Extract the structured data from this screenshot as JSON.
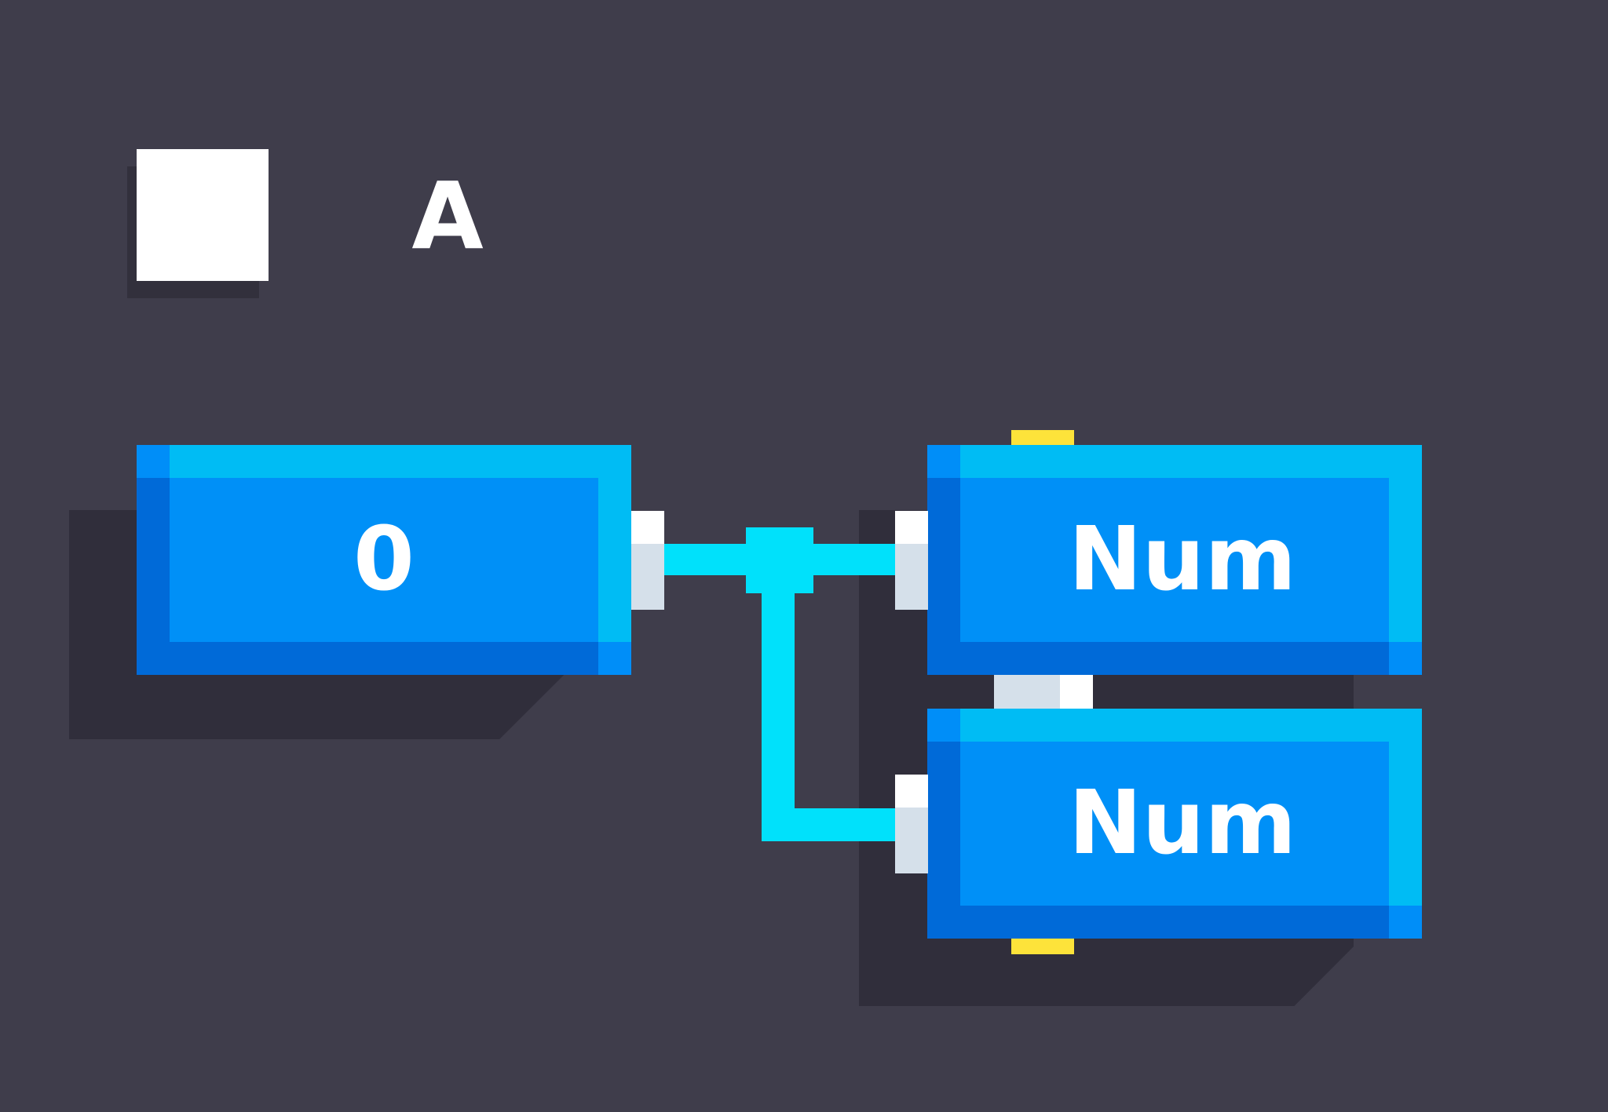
{
  "toggle": {
    "label": "A"
  },
  "blocks": {
    "value_block": {
      "label": "0"
    },
    "num_block_top": {
      "label": "Num"
    },
    "num_block_bottom": {
      "label": "Num"
    }
  },
  "colors": {
    "background": "#3f3d4b",
    "block_blue": "#0090f7",
    "wire_cyan": "#00e1fb",
    "port_white": "#ffffff",
    "tab_yellow": "#fde33a"
  }
}
